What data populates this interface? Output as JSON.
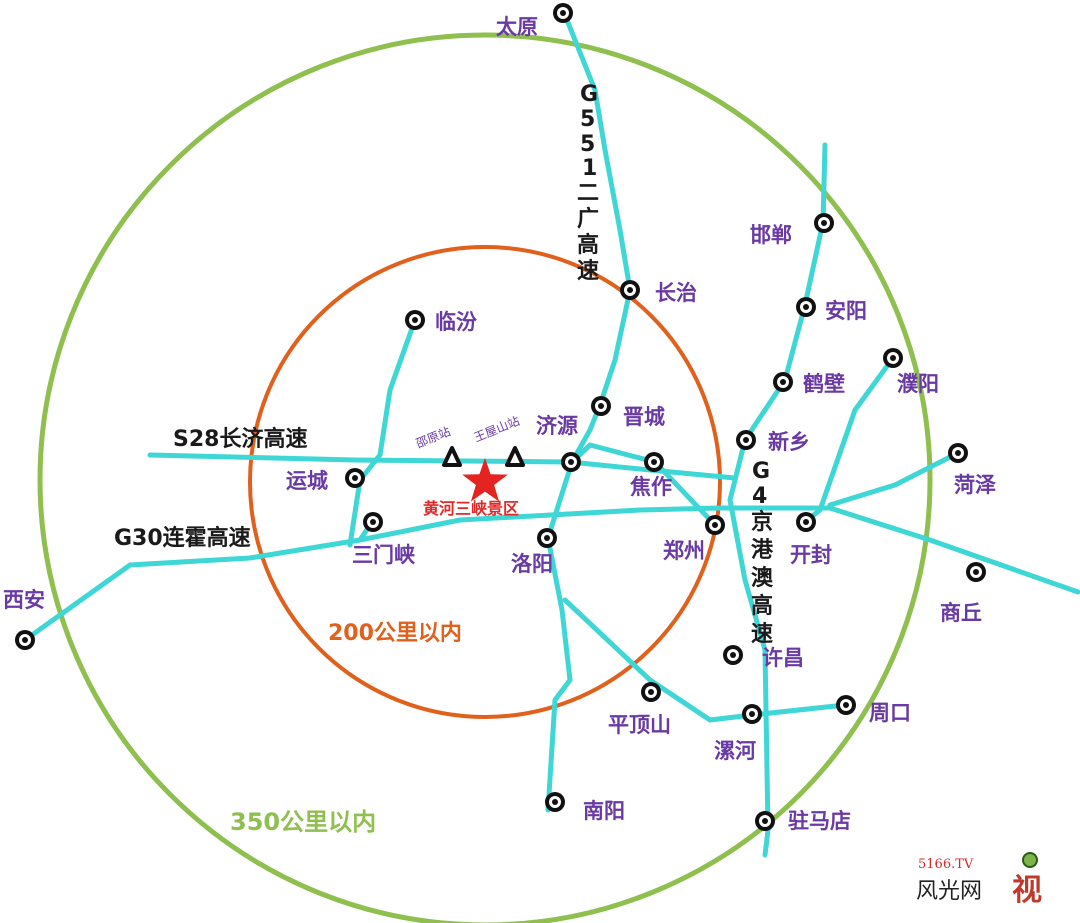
{
  "rings": {
    "inner_label": "200公里以内",
    "outer_label": "350公里以内",
    "inner_color": "#e0601c",
    "outer_color": "#8fbf4f"
  },
  "road_color": "#3fd6d6",
  "roads": {
    "g30": "G30连霍高速",
    "s28": "S28长济高速",
    "g55_g": "G",
    "g55_5a": "5",
    "g55_5b": "5",
    "g55_1": "1",
    "g55_2": "二",
    "g55_3": "广",
    "g55_4": "高",
    "g55_5": "速",
    "g4_1": "G",
    "g4_2": "4",
    "g4_3": "京",
    "g4_4": "港",
    "g4_5": "澳",
    "g4_6": "高",
    "g4_7": "速"
  },
  "cities": {
    "taiyuan": "太原",
    "handan": "邯郸",
    "changzhi": "长治",
    "anyang": "安阳",
    "linfen": "临汾",
    "hebi": "鹤壁",
    "puyang": "濮阳",
    "jincheng": "晋城",
    "xinxiang": "新乡",
    "jiyuan": "济源",
    "heze": "菏泽",
    "yuncheng": "运城",
    "jiaozuo": "焦作",
    "sanmenxia": "三门峡",
    "kaifeng": "开封",
    "zhengzhou": "郑州",
    "luoyang": "洛阳",
    "shangqiu": "商丘",
    "xian": "西安",
    "xuchang": "许昌",
    "pingdingshan": "平顶山",
    "zhoukou": "周口",
    "luohe": "漯河",
    "nanyang": "南阳",
    "zhumadian": "驻马店"
  },
  "stations": {
    "shaoyuan": "邵原站",
    "wangwushan": "王屋山站"
  },
  "scenic_area": "黄河三峡景区",
  "watermark": {
    "top": "5166.TV",
    "bottom": "风光网",
    "char": "视"
  }
}
